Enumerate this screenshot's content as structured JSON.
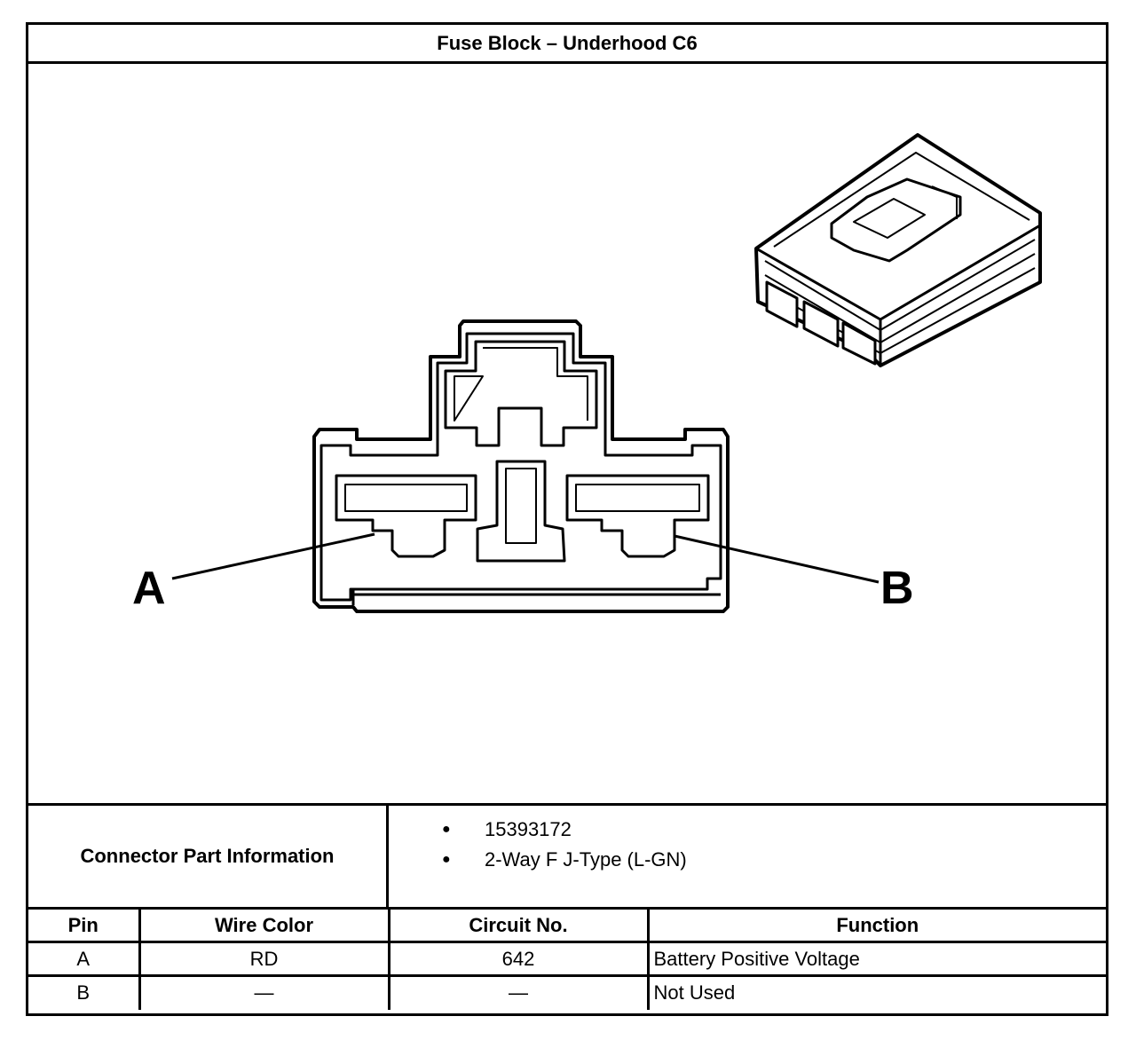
{
  "title": "Fuse Block – Underhood C6",
  "diagram": {
    "pin_labels": [
      "A",
      "B"
    ]
  },
  "part_info": {
    "label": "Connector Part Information",
    "items": [
      "15393172",
      "2-Way F J-Type (L-GN)"
    ]
  },
  "pin_table": {
    "headers": [
      "Pin",
      "Wire Color",
      "Circuit No.",
      "Function"
    ],
    "rows": [
      [
        "A",
        "RD",
        "642",
        "Battery Positive Voltage"
      ],
      [
        "B",
        "—",
        "—",
        "Not Used"
      ]
    ]
  }
}
